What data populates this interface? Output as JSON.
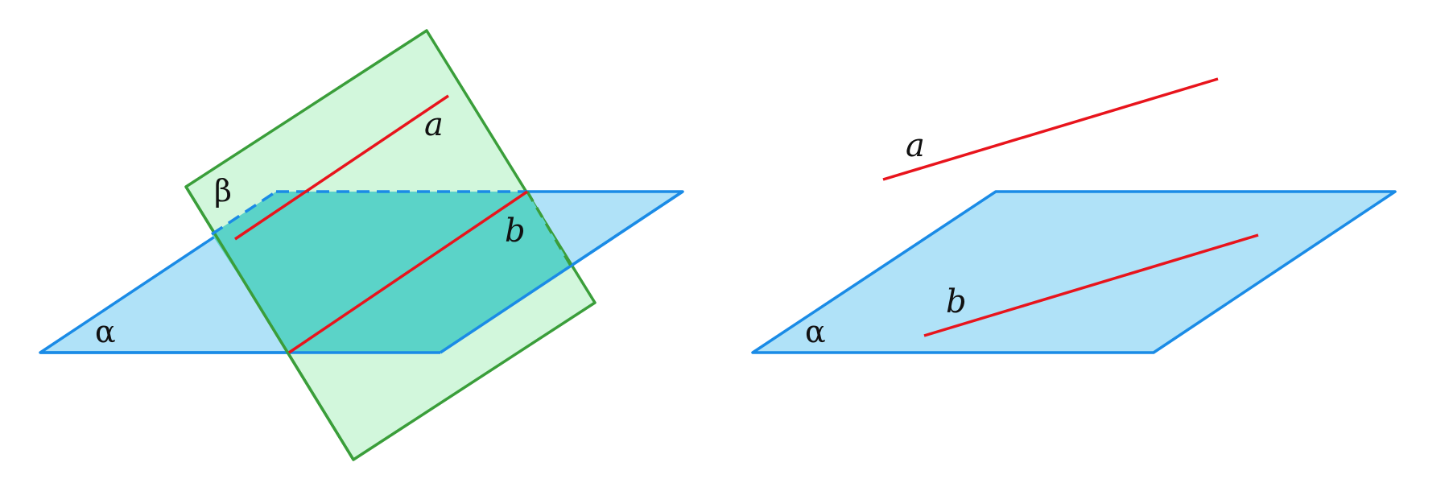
{
  "colors": {
    "alpha_fill": "#b0e2f8",
    "alpha_stroke": "#1a8be6",
    "beta_fill": "#d2f7dc",
    "beta_stroke": "#3a9e3a",
    "overlap_fill": "#5bd3c8",
    "line_color": "#e8141c",
    "label_color": "#111111"
  },
  "left_figure": {
    "plane_alpha_label": "α",
    "plane_beta_label": "β",
    "line_a_label": "a",
    "line_b_label": "b"
  },
  "right_figure": {
    "plane_alpha_label": "α",
    "line_a_label": "a",
    "line_b_label": "b"
  }
}
